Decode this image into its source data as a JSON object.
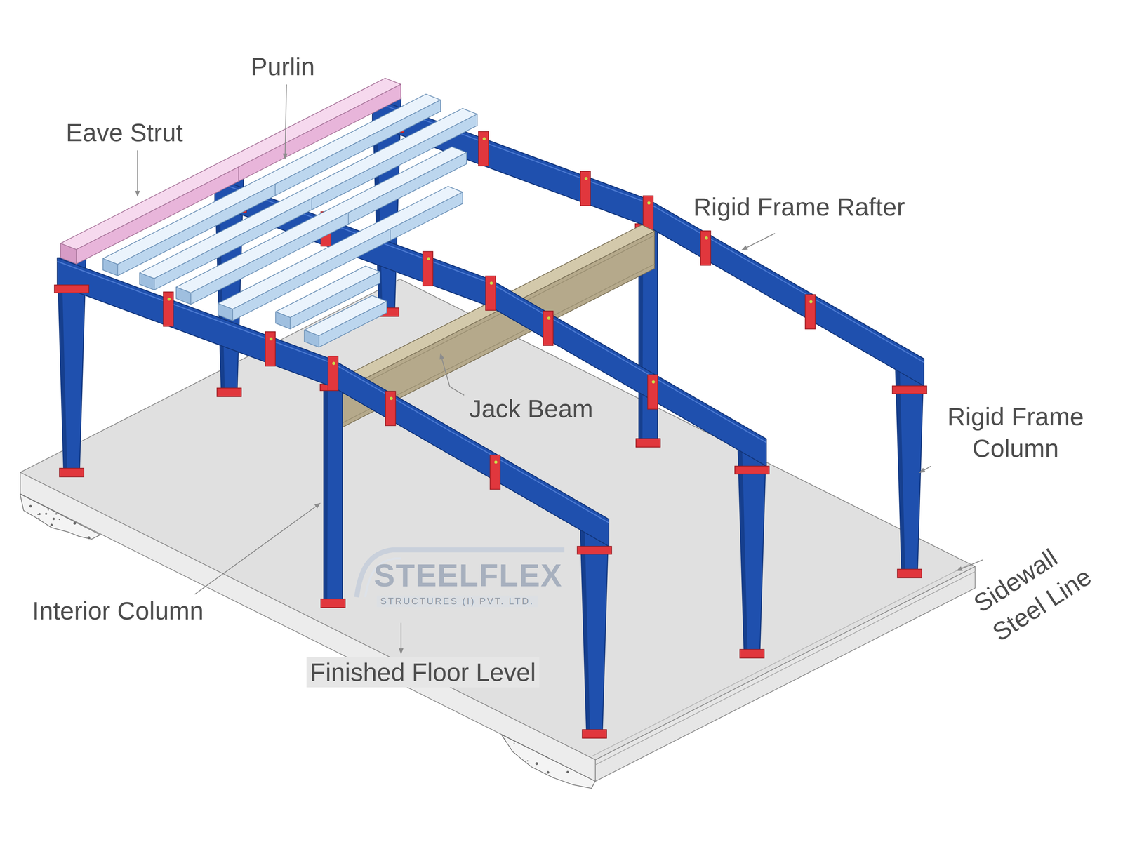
{
  "diagram": {
    "labels": [
      "Purlin",
      "Eave Strut",
      "Rigid Frame Rafter",
      "Rigid Frame Column",
      "Jack Beam",
      "Interior Column",
      "Finished Floor Level",
      "Sidewall Steel Line",
      "STEELFLEX",
      "STRUCTURES (I) PVT. LTD."
    ]
  }
}
